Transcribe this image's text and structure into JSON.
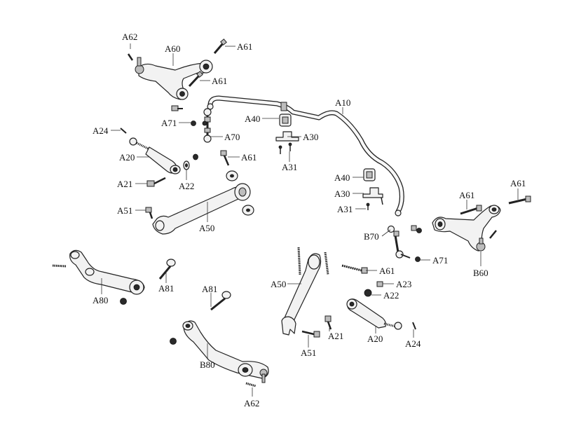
{
  "diagram": {
    "labels": {
      "a62_top": "A62",
      "a60": "A60",
      "a61_top": "A61",
      "a61_arm": "A61",
      "a10": "A10",
      "a40_top": "A40",
      "a30_top": "A30",
      "a31_top": "A31",
      "a71_left": "A71",
      "a70": "A70",
      "a24_left": "A24",
      "a20_left": "A20",
      "a61_mid": "A61",
      "a21_left": "A21",
      "a22_left": "A22",
      "a51_left": "A51",
      "a50_left": "A50",
      "a40_right": "A40",
      "a30_right": "A30",
      "a31_right": "A31",
      "b70": "B70",
      "a61_right_a": "A61",
      "a61_right_b": "A61",
      "a71_right": "A71",
      "b60": "B60",
      "a80": "A80",
      "a81_left": "A81",
      "a81_mid": "A81",
      "a50_right": "A50",
      "a61_bottom": "A61",
      "a23": "A23",
      "a22_right": "A22",
      "a21_right": "A21",
      "a51_right": "A51",
      "a20_right": "A20",
      "a24_right": "A24",
      "b80": "B80",
      "a62_bottom": "A62"
    }
  }
}
